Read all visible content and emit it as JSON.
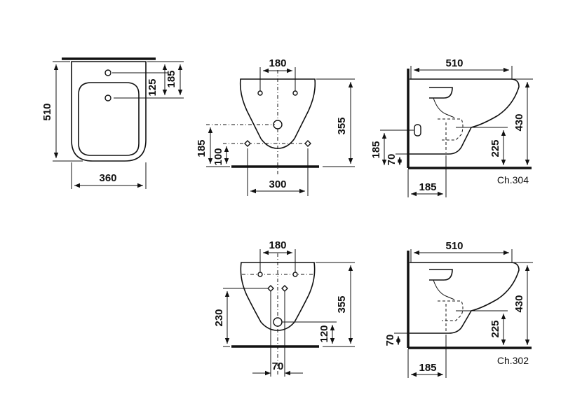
{
  "drawing": {
    "top_view": {
      "depth": "510",
      "width": "360",
      "tap_offset": "125",
      "edge_offset": "185"
    },
    "front_view_ch304": {
      "fixing_spacing": "180",
      "height_total": "355",
      "dim_185": "185",
      "dim_100": "100",
      "base_spacing": "300"
    },
    "side_view_ch304": {
      "depth": "510",
      "height": "430",
      "outlet_height": "225",
      "dim_185_vert": "185",
      "dim_70": "70",
      "outlet_distance": "185",
      "caption": "Ch.304"
    },
    "front_view_ch302": {
      "fixing_spacing": "180",
      "height_total": "355",
      "dim_230": "230",
      "dim_120": "120",
      "dim_70": "70"
    },
    "side_view_ch302": {
      "depth": "510",
      "height": "430",
      "outlet_height": "225",
      "dim_70": "70",
      "outlet_distance": "185",
      "caption": "Ch.302"
    }
  }
}
